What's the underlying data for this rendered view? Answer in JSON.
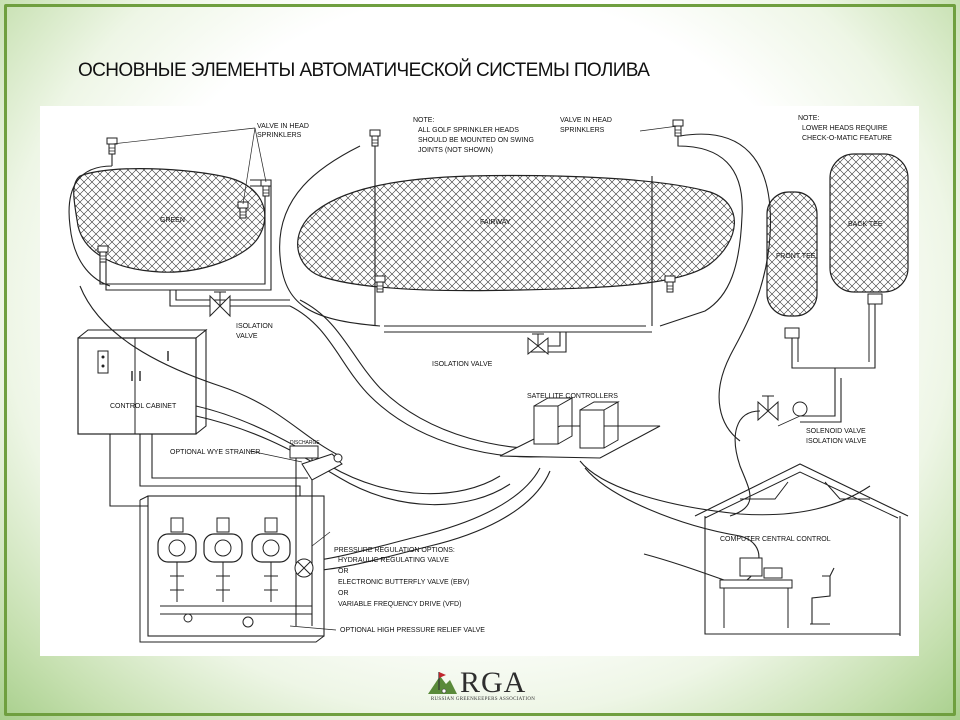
{
  "slide": {
    "title": "ОСНОВНЫЕ ЭЛЕМЕНТЫ АВТОМАТИЧЕСКОЙ СИСТЕМЫ ПОЛИВА"
  },
  "colors": {
    "frame_green": "#6f9f3f",
    "background_edge_green": "#a8cf8c",
    "line_ink": "#222222"
  },
  "diagram": {
    "labels": {
      "valve_in_head_left": [
        "VALVE IN HEAD",
        "SPRINKLERS"
      ],
      "note_center": [
        "NOTE:",
        "ALL GOLF SPRINKLER HEADS",
        "SHOULD BE MOUNTED ON SWING",
        "JOINTS (NOT SHOWN)"
      ],
      "valve_in_head_right": [
        "VALVE IN HEAD",
        "SPRINKLERS"
      ],
      "note_right": [
        "NOTE:",
        "LOWER HEADS REQUIRE",
        "CHECK-O-MATIC FEATURE"
      ],
      "green": "GREEN",
      "fairway": "FAIRWAY",
      "front_tee": "FRONT TEE",
      "back_tee": "BACK TEE",
      "isolation_valve_left": [
        "ISOLATION",
        "VALVE"
      ],
      "isolation_valve_center": "ISOLATION VALVE",
      "satellite_controllers": "SATELLITE CONTROLLERS",
      "control_cabinet": "CONTROL CABINET",
      "optional_wye_strainer": "OPTIONAL WYE STRAINER",
      "discharge": "DISCHARGE",
      "solenoid_valve": "SOLENOID VALVE",
      "isolation_valve_right": "ISOLATION VALVE",
      "computer_central_control": "COMPUTER CENTRAL CONTROL",
      "pressure_options": [
        "PRESSURE REGULATION OPTIONS:",
        "HYDRAULIC REGULATING VALVE",
        "OR",
        "ELECTRONIC BUTTERFLY VALVE (EBV)",
        "OR",
        "VARIABLE FREQUENCY DRIVE (VFD)"
      ],
      "relief_valve": "OPTIONAL HIGH PRESSURE RELIEF VALVE"
    }
  },
  "logo": {
    "name": "RGA",
    "subtitle": "RUSSIAN GREENKEEPERS ASSOCIATION",
    "icon": "golf-flag-icon"
  }
}
